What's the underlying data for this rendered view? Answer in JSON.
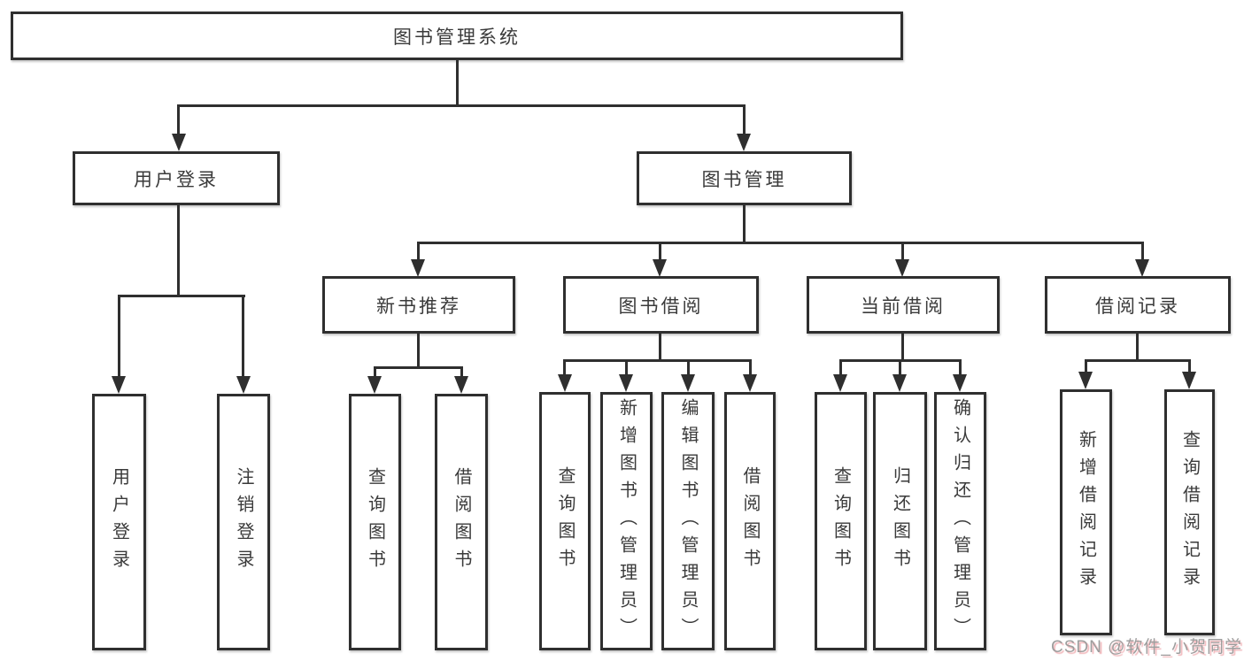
{
  "diagram": {
    "colors": {
      "line": "#2f2f2f",
      "text": "#3a3a3a",
      "background": "#ffffff"
    },
    "root": {
      "label": "图书管理系统"
    },
    "branches": [
      {
        "label": "用户登录",
        "children": [
          {
            "label": "用户登录"
          },
          {
            "label": "注销登录"
          }
        ]
      },
      {
        "label": "图书管理",
        "children": [
          {
            "label": "新书推荐",
            "children": [
              {
                "label": "查询图书"
              },
              {
                "label": "借阅图书"
              }
            ]
          },
          {
            "label": "图书借阅",
            "children": [
              {
                "label": "查询图书"
              },
              {
                "label": "新增图书（管理员）"
              },
              {
                "label": "编辑图书（管理员）"
              },
              {
                "label": "借阅图书"
              }
            ]
          },
          {
            "label": "当前借阅",
            "children": [
              {
                "label": "查询图书"
              },
              {
                "label": "归还图书"
              },
              {
                "label": "确认归还（管理员）"
              }
            ]
          },
          {
            "label": "借阅记录",
            "children": [
              {
                "label": "新增借阅记录"
              },
              {
                "label": "查询借阅记录"
              }
            ]
          }
        ]
      }
    ]
  },
  "watermark": {
    "text": "CSDN @软件_小贺同学"
  }
}
